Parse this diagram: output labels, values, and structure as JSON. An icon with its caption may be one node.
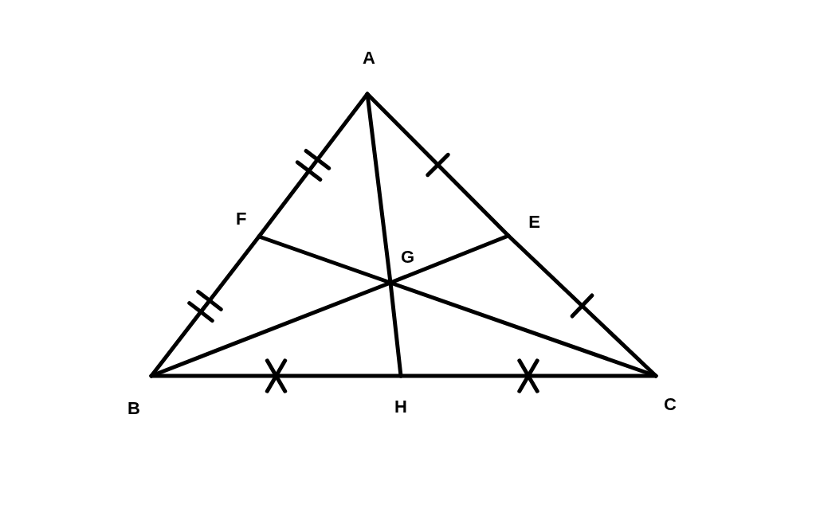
{
  "diagram": {
    "nodes": [
      {
        "text": [
          "A"
        ]
      },
      {
        "text": [
          "B"
        ]
      },
      {
        "text": [
          "C"
        ]
      },
      {
        "text": [
          "E"
        ]
      },
      {
        "text": [
          "F"
        ]
      },
      {
        "text": [
          "G"
        ]
      },
      {
        "text": [
          "H"
        ]
      }
    ],
    "edges": [
      {
        "from": 0,
        "to": 4,
        "arrow": "none"
      },
      {
        "from": 4,
        "to": 1,
        "arrow": "none"
      },
      {
        "from": 0,
        "to": 3,
        "arrow": "none"
      },
      {
        "from": 3,
        "to": 2,
        "arrow": "none"
      },
      {
        "from": 1,
        "to": 6,
        "arrow": "none"
      },
      {
        "from": 6,
        "to": 2,
        "arrow": "none"
      },
      {
        "from": 0,
        "to": 5,
        "arrow": "none"
      },
      {
        "from": 5,
        "to": 6,
        "arrow": "none"
      },
      {
        "from": 1,
        "to": 5,
        "arrow": "none"
      },
      {
        "from": 5,
        "to": 3,
        "arrow": "none"
      },
      {
        "from": 2,
        "to": 5,
        "arrow": "none"
      },
      {
        "from": 5,
        "to": 4,
        "arrow": "none"
      }
    ]
  }
}
